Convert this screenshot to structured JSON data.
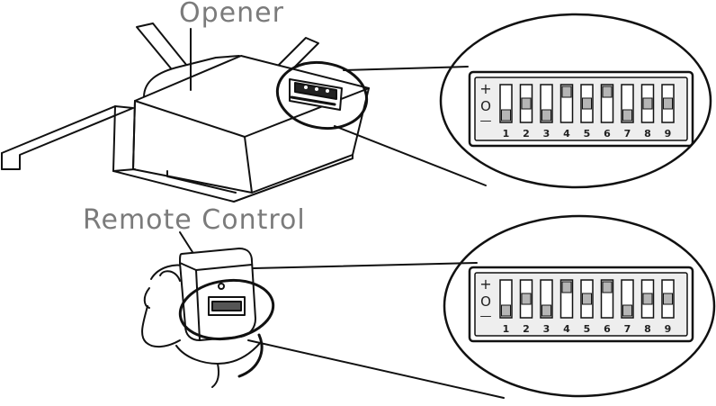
{
  "labels": {
    "opener": "Opener",
    "remote": "Remote Control"
  },
  "dip_switch": {
    "plus_symbol": "+",
    "off_symbol": "O",
    "minus_symbol": "—",
    "numbers": [
      "1",
      "2",
      "3",
      "4",
      "5",
      "6",
      "7",
      "8",
      "9"
    ],
    "positions": [
      "down",
      "middle",
      "down",
      "up",
      "middle",
      "up",
      "down",
      "middle",
      "middle"
    ]
  },
  "colors": {
    "line": "#111111",
    "label_text": "#7b7b7b",
    "switch_fill": "#b5b5b5",
    "panel_fill": "#eeeeee"
  }
}
